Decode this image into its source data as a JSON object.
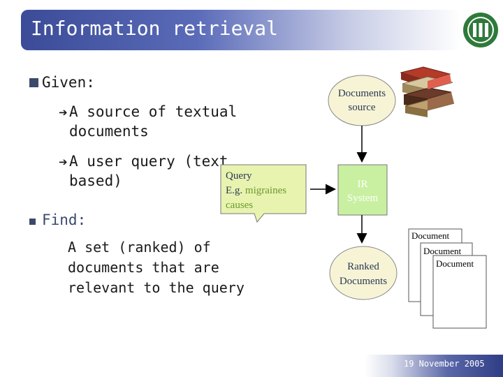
{
  "slide": {
    "title": "Information retrieval",
    "given_label": "Given:",
    "given_items": [
      "A source of textual",
      "documents",
      "A user query  (text",
      "based)"
    ],
    "find_label": "Find:",
    "find_text": [
      "A set (ranked) of",
      "documents that are",
      "relevant to the query"
    ],
    "footer_date": "19 November 2005"
  },
  "diagram": {
    "documents_source": [
      "Documents",
      "source"
    ],
    "query_callout": {
      "line1": "Query",
      "line2_prefix": "E.g. ",
      "line2_colored": "migraines",
      "line3": "causes"
    },
    "ir_system": [
      "IR",
      "System"
    ],
    "ranked_documents": [
      "Ranked",
      "Documents"
    ],
    "document_labels": [
      "Document",
      "Document",
      "Document"
    ]
  },
  "colors": {
    "title_bar": "#3b4b98",
    "callout_fill": "#e8f3b0",
    "ir_box_fill": "#c8f0a0",
    "ellipse_fill": "#f7f4d6",
    "query_accent": "#6a9a2a"
  },
  "icons": [
    "university-seal-icon",
    "books-stack-icon",
    "arrow-bullet-icon"
  ]
}
